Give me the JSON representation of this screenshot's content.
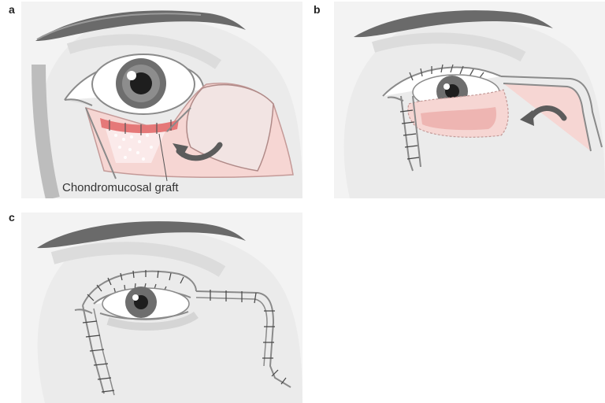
{
  "panels": {
    "a": {
      "letter": "a",
      "label": "Chondromucosal graft"
    },
    "b": {
      "letter": "b"
    },
    "c": {
      "letter": "c"
    }
  },
  "colors": {
    "panel_bg": "#f3f3f3",
    "skin_outline": "#8a8a8a",
    "flap_pink": "#f6d6d3",
    "graft_red": "#e57878",
    "iris": "#6e6e6e",
    "pupil": "#1e1e1e",
    "brow": "#6a6a6a",
    "arrow": "#5c5c5c"
  },
  "icons": [
    "rotation-arrow-icon",
    "suture-icon"
  ]
}
